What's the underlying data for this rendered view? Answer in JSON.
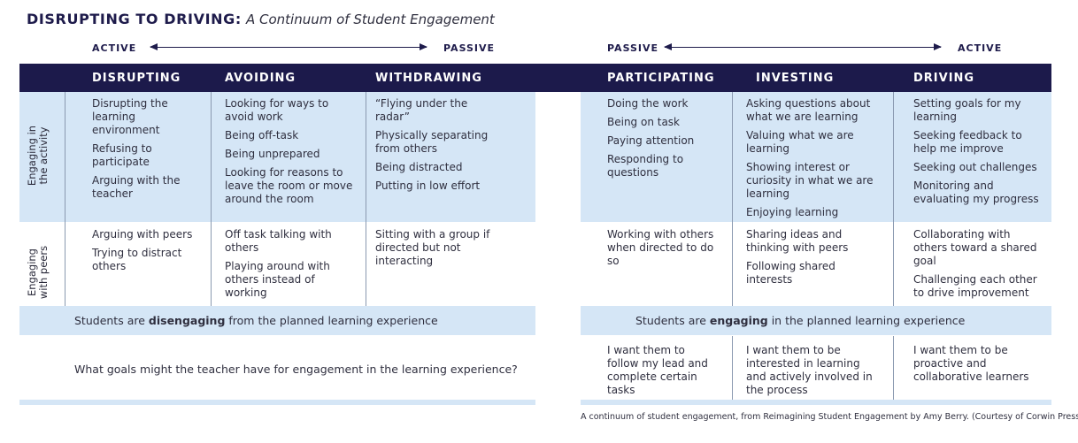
{
  "title": {
    "bold": "DISRUPTING TO DRIVING:",
    "subtitle": "A Continuum of Student Engagement"
  },
  "left_axis": {
    "start": "ACTIVE",
    "end": "PASSIVE"
  },
  "right_axis": {
    "start": "PASSIVE",
    "end": "ACTIVE"
  },
  "columns": {
    "disrupting": "DISRUPTING",
    "avoiding": "AVOIDING",
    "withdrawing": "WITHDRAWING",
    "participating": "PARTICIPATING",
    "investing": "INVESTING",
    "driving": "DRIVING"
  },
  "row_labels": {
    "activity": [
      "Engaging in",
      "the activity"
    ],
    "peers": [
      "Engaging",
      "with peers"
    ]
  },
  "activity": {
    "disrupting": [
      "Disrupting the learning environment",
      "Refusing to participate",
      "Arguing with the teacher"
    ],
    "avoiding": [
      "Looking for ways to avoid work",
      "Being off-task",
      "Being unprepared",
      "Looking for reasons to leave the room or move around the room"
    ],
    "withdrawing": [
      "“Flying under the radar”",
      "Physically separating from others",
      "Being distracted",
      "Putting in low effort"
    ],
    "participating": [
      "Doing the work",
      "Being on task",
      "Paying attention",
      "Responding to questions"
    ],
    "investing": [
      "Asking questions about what we are learning",
      "Valuing what we are learning",
      "Showing interest or curiosity in what we are learning",
      "Enjoying learning"
    ],
    "driving": [
      "Setting goals for my learning",
      "Seeking feedback to help me improve",
      "Seeking out challenges",
      "Monitoring and evaluating my progress"
    ]
  },
  "peers": {
    "disrupting": [
      "Arguing with peers",
      "Trying to distract others"
    ],
    "avoiding": [
      "Off task talking with others",
      "Playing around with others instead of working"
    ],
    "withdrawing": [
      "Sitting with a group if directed but not interacting"
    ],
    "participating": [
      "Working with others when directed to do so"
    ],
    "investing": [
      "Sharing ideas and thinking with peers",
      "Following shared interests"
    ],
    "driving": [
      "Collaborating with others toward a shared goal",
      "Challenging each other to drive improvement"
    ]
  },
  "summary_left": {
    "pre": "Students are ",
    "bold": "disengaging",
    "post": " from the planned learning experience"
  },
  "summary_right": {
    "pre": "Students are ",
    "bold": "engaging",
    "post": " in the planned learning experience"
  },
  "question": "What goals might the teacher have for engagement in the learning experience?",
  "goals": {
    "participating": "I want them to follow my lead and complete certain tasks",
    "investing": "I want them to be interested in learning and actively involved in the process",
    "driving": "I want them to be proactive and collaborative learners"
  },
  "caption": "A continuum of student engagement, from Reimagining Student Engagement by Amy Berry. (Courtesy of Corwin Press)"
}
